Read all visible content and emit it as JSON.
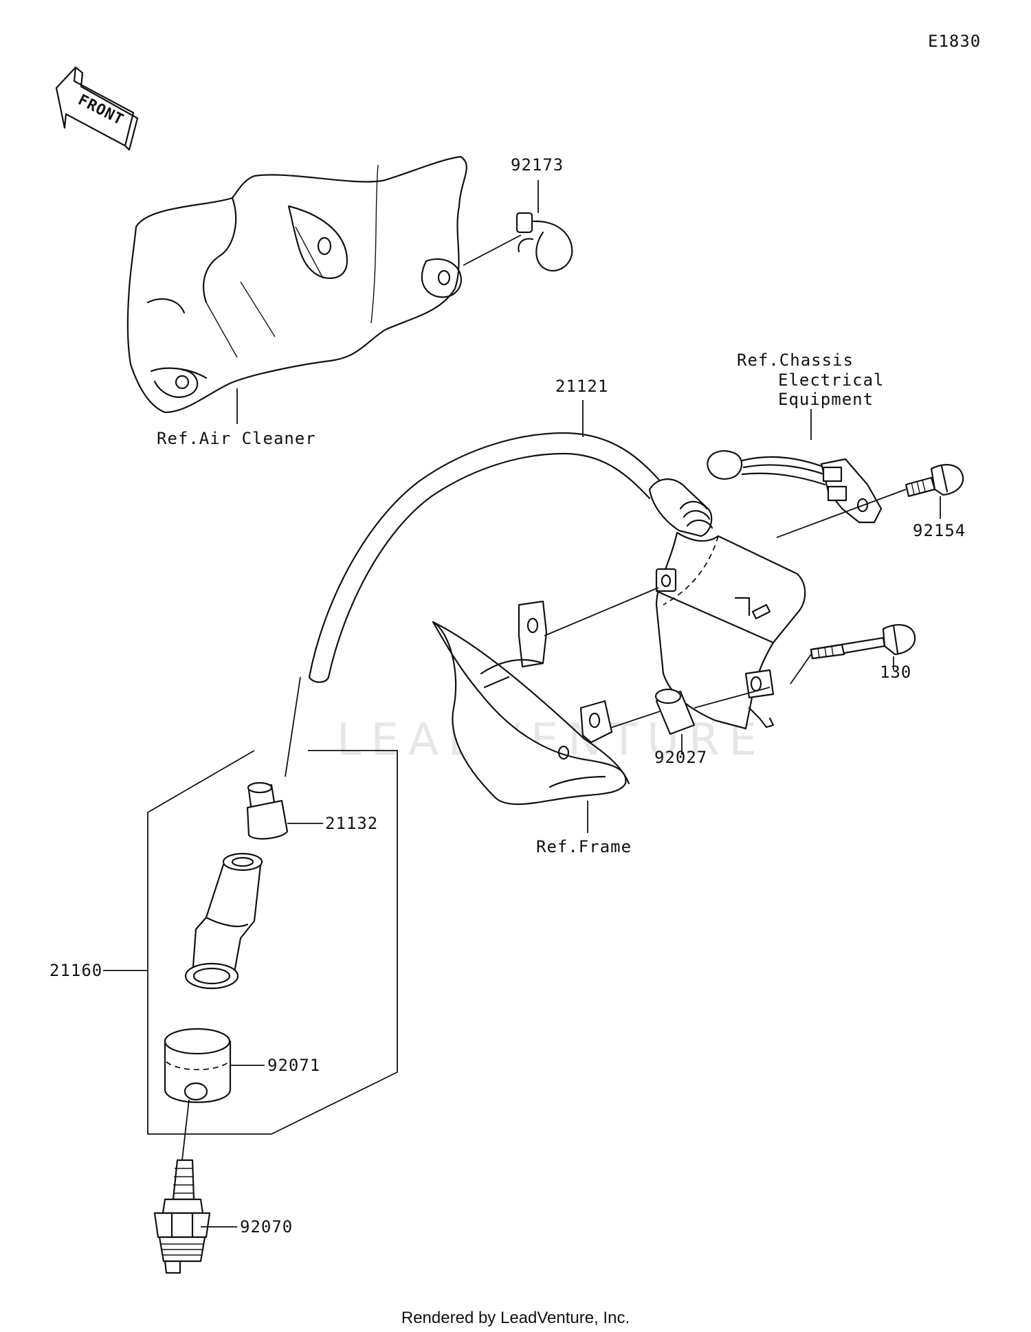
{
  "diagram": {
    "code": "E1830",
    "front_arrow": "FRONT",
    "watermark": "LEADVENTURE",
    "callouts": [
      {
        "id": "92173",
        "text": "92173"
      },
      {
        "id": "21121",
        "text": "21121"
      },
      {
        "id": "92154",
        "text": "92154"
      },
      {
        "id": "130",
        "text": "130"
      },
      {
        "id": "92027",
        "text": "92027"
      },
      {
        "id": "21132",
        "text": "21132"
      },
      {
        "id": "21160",
        "text": "21160"
      },
      {
        "id": "92071",
        "text": "92071"
      },
      {
        "id": "92070",
        "text": "92070"
      }
    ],
    "references": {
      "air_cleaner": "Ref.Air Cleaner",
      "chassis_line1": "Ref.Chassis",
      "chassis_line2": "Electrical",
      "chassis_line3": "Equipment",
      "frame": "Ref.Frame"
    }
  },
  "footer": "Rendered by LeadVenture, Inc."
}
